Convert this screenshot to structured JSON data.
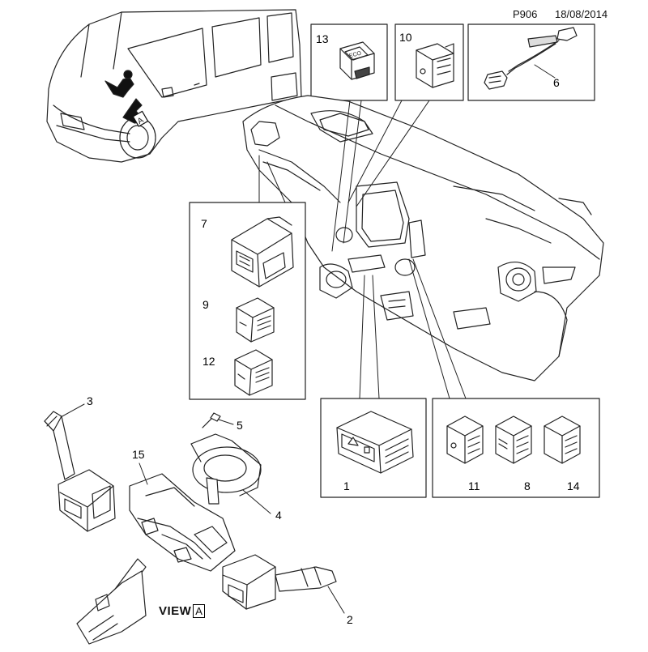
{
  "header": {
    "code": "P906",
    "date": "18/08/2014"
  },
  "view_label": {
    "prefix": "VIEW",
    "letter": "A"
  },
  "vehicle_marker_letter": "A",
  "callouts": {
    "c1": "1",
    "c2": "2",
    "c3": "3",
    "c4": "4",
    "c5": "5",
    "c6": "6",
    "c7": "7",
    "c8": "8",
    "c9": "9",
    "c10": "10",
    "c11": "11",
    "c12": "12",
    "c13": "13",
    "c14": "14",
    "c15": "15"
  },
  "eco_label": "ECO"
}
